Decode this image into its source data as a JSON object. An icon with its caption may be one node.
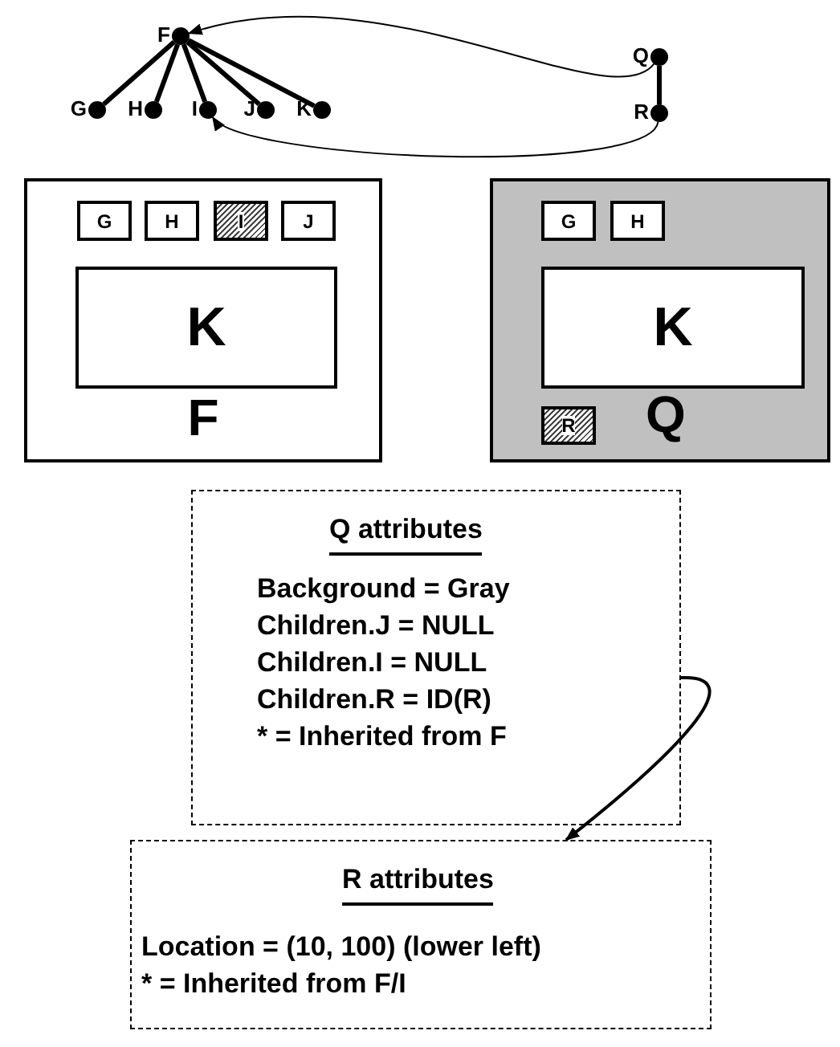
{
  "diagram": {
    "nodes": [
      {
        "text": [],
        "shape": "circle",
        "beside": [
          "F"
        ]
      },
      {
        "text": [],
        "shape": "circle",
        "beside": [
          "G"
        ]
      },
      {
        "text": [],
        "shape": "circle",
        "beside": [
          "H"
        ]
      },
      {
        "text": [],
        "shape": "circle",
        "beside": [
          "I"
        ]
      },
      {
        "text": [],
        "shape": "circle",
        "beside": [
          "J"
        ]
      },
      {
        "text": [],
        "shape": "circle",
        "beside": [
          "K"
        ]
      },
      {
        "text": [],
        "shape": "circle",
        "beside": [
          "Q"
        ]
      },
      {
        "text": [],
        "shape": "circle",
        "beside": [
          "R"
        ]
      },
      {
        "text": [
          "F"
        ]
      },
      {
        "text": [
          "G"
        ],
        "in": 8
      },
      {
        "text": [
          "H"
        ],
        "in": 8
      },
      {
        "text": [
          "I"
        ],
        "in": 8
      },
      {
        "text": [
          "J"
        ],
        "in": 8
      },
      {
        "text": [
          "K"
        ],
        "in": 8
      },
      {
        "text": [
          "Q"
        ]
      },
      {
        "text": [
          "G"
        ],
        "in": 14
      },
      {
        "text": [
          "H"
        ],
        "in": 14
      },
      {
        "text": [
          "K"
        ],
        "in": 14
      },
      {
        "text": [
          "R"
        ],
        "in": 14
      },
      {
        "text": [
          "Q attributes",
          "Background = Gray",
          "Children.J = NULL",
          "Children.I = NULL",
          "Children.R = ID(R)",
          "* = Inherited from F"
        ]
      },
      {
        "text": [
          "R attributes",
          "Location = (10, 100) (lower left)",
          "* = Inherited from F/I"
        ]
      }
    ],
    "edges": [
      {
        "from": 0,
        "to": 1,
        "arrow": "none"
      },
      {
        "from": 0,
        "to": 2,
        "arrow": "none"
      },
      {
        "from": 0,
        "to": 3,
        "arrow": "none"
      },
      {
        "from": 0,
        "to": 4,
        "arrow": "none"
      },
      {
        "from": 0,
        "to": 5,
        "arrow": "none"
      },
      {
        "from": 6,
        "to": 7,
        "arrow": "none"
      },
      {
        "from": 6,
        "to": 0,
        "arrow": "to"
      },
      {
        "from": 7,
        "to": 3,
        "arrow": "to"
      },
      {
        "from": 19,
        "to": 20,
        "arrow": "to"
      }
    ]
  }
}
